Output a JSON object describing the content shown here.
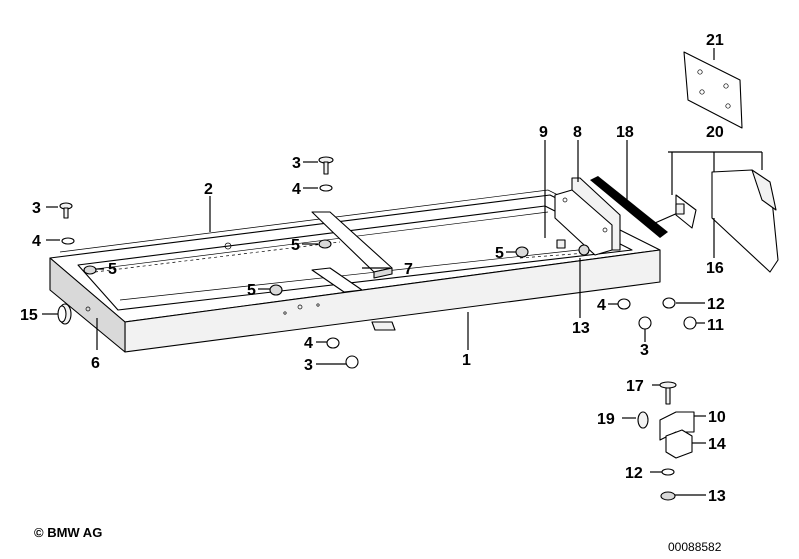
{
  "diagram": {
    "callouts": [
      "21",
      "9",
      "8",
      "18",
      "20",
      "3",
      "4",
      "2",
      "3",
      "4",
      "5",
      "16",
      "5",
      "7",
      "5",
      "5",
      "4",
      "12",
      "15",
      "13",
      "11",
      "6",
      "4",
      "1",
      "3",
      "3",
      "17",
      "19",
      "10",
      "14",
      "12",
      "13"
    ]
  },
  "footer": {
    "copyright": "© BMW AG",
    "diagram_id": "00088582"
  }
}
